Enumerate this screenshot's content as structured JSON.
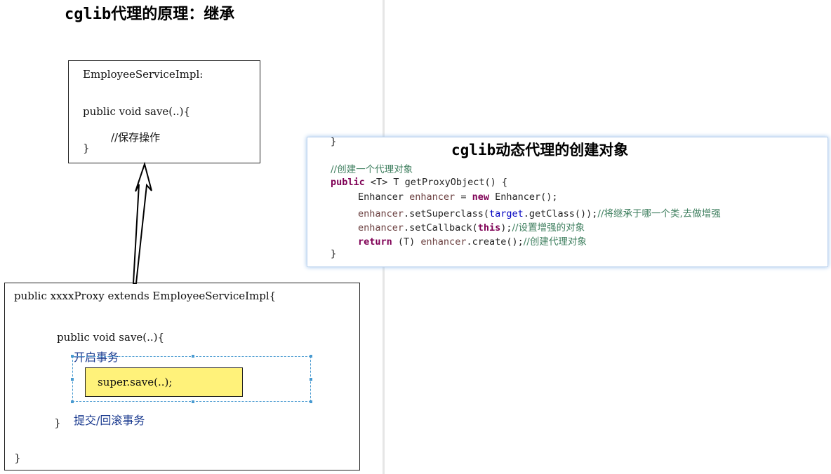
{
  "left_title": "cglib代理的原理：继承",
  "employee_box": {
    "class_label": "EmployeeServiceImpl:",
    "method_sig": "public void save(..){",
    "comment": "//保存操作",
    "close": "}"
  },
  "proxy_box": {
    "class_line": "public    xxxxProxy   extends EmployeeServiceImpl{",
    "method_sig": "public void save(..){",
    "begin_tx": "开启事务",
    "super_call": "super.save(..);",
    "commit_tx": "提交/回滚事务",
    "method_close": "}",
    "class_close": "}"
  },
  "code_panel": {
    "title": "cglib动态代理的创建对象",
    "top_brace": "}",
    "comment_line": "//创建一个代理对象",
    "sig_kw": "public",
    "sig_rest": " <T> T getProxyObject() {",
    "l1_a": "Enhancer ",
    "l1_var": "enhancer",
    "l1_b": " = ",
    "l1_kw": "new",
    "l1_c": " Enhancer();",
    "l2_var": "enhancer",
    "l2_a": ".setSuperclass(",
    "l2_fld": "target",
    "l2_b": ".getClass());",
    "l2_cm": "//将继承于哪一个类,去做增强",
    "l3_var": "enhancer",
    "l3_a": ".setCallback(",
    "l3_kw": "this",
    "l3_b": ");",
    "l3_cm": "//设置增强的对象",
    "l4_kw": "return",
    "l4_a": " (T) ",
    "l4_var": "enhancer",
    "l4_b": ".create();",
    "l4_cm": "//创建代理对象",
    "end_brace": "}"
  },
  "colors": {
    "keyword": "#7f0055",
    "comment": "#3f7f5f",
    "field": "#0000c0",
    "highlight": "#fff27a",
    "dashed_border": "#4a9bd1"
  }
}
